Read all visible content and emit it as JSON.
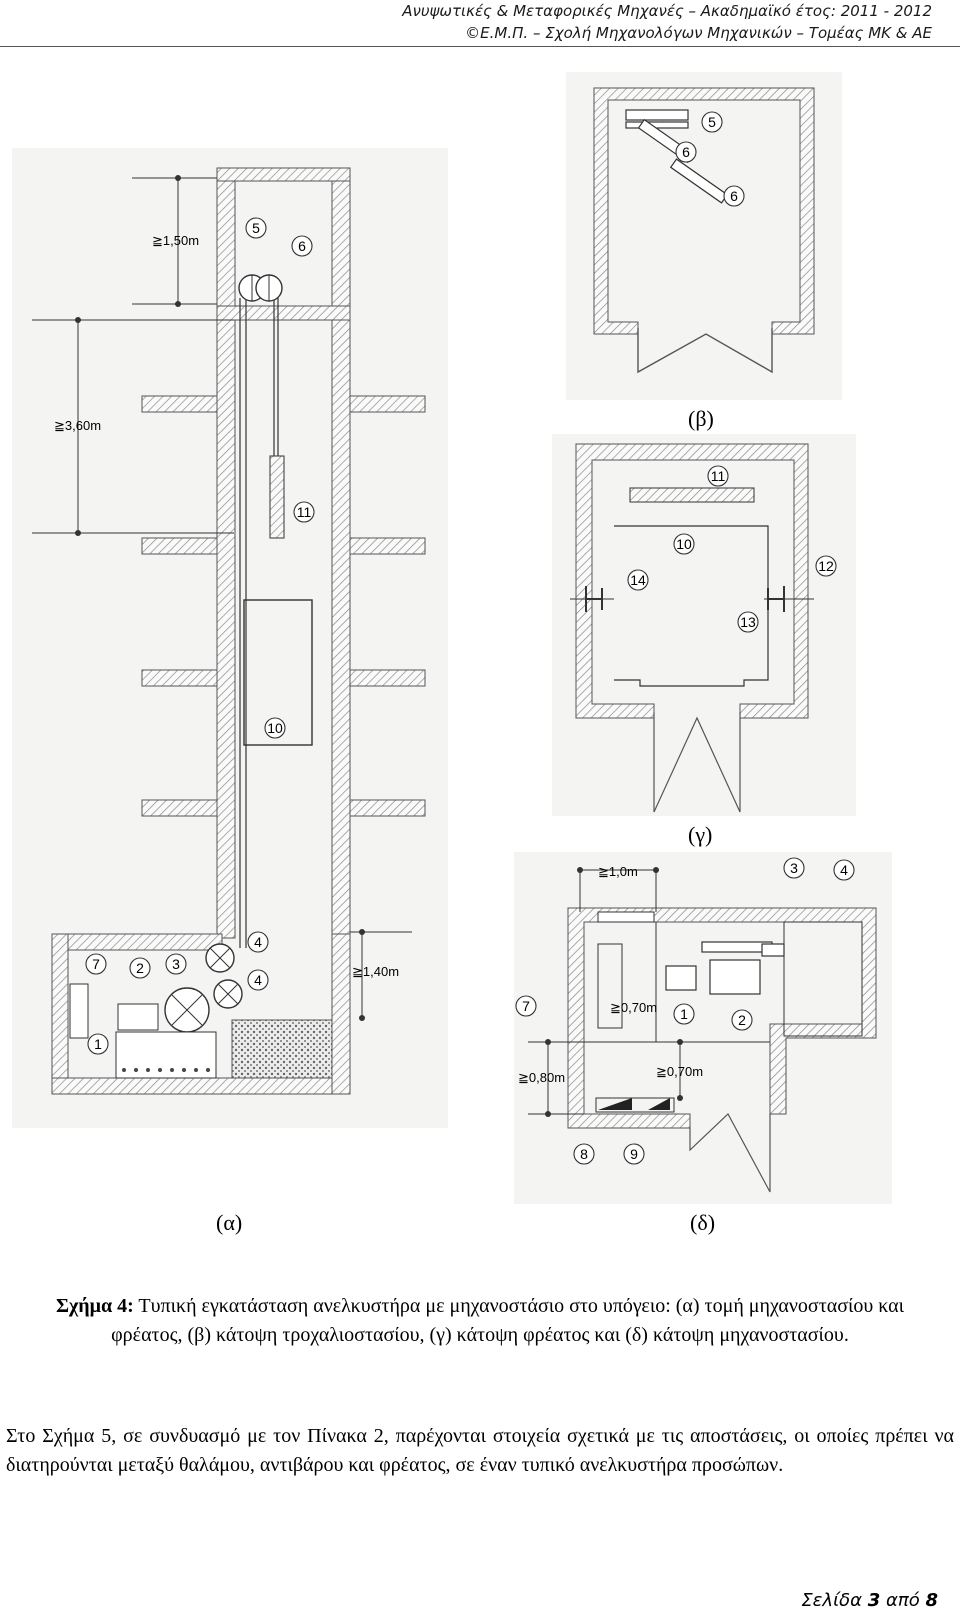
{
  "header": {
    "line1": "Ανυψωτικές & Μεταφορικές Μηχανές – Ακαδημαϊκό έτος: 2011 - 2012",
    "line2": "©Ε.Μ.Π. – Σχολή Μηχανολόγων Μηχανικών – Τομέας ΜΚ & ΑΕ"
  },
  "figure": {
    "panel_a": {
      "label": "(α)",
      "dims": [
        "≧1,50m",
        "≧3,60m",
        "≧1,40m"
      ],
      "numbers": [
        "5",
        "6",
        "11",
        "10",
        "4",
        "4",
        "7",
        "2",
        "3",
        "1"
      ]
    },
    "panel_b": {
      "label": "(β)",
      "numbers": [
        "5",
        "6",
        "6"
      ]
    },
    "panel_c": {
      "label": "(γ)",
      "numbers": [
        "11",
        "10",
        "14",
        "12",
        "13"
      ]
    },
    "panel_d": {
      "label": "(δ)",
      "dims": [
        "≧1,0m",
        "≧0,70m",
        "≧0,80m",
        "≧0,70m"
      ],
      "numbers": [
        "3",
        "4",
        "7",
        "1",
        "2",
        "8",
        "9"
      ]
    }
  },
  "caption": {
    "prefix": "Σχήμα 4:",
    "text": " Τυπική εγκατάσταση ανελκυστήρα με μηχανοστάσιο στο υπόγειο: (α) τομή μηχανοστασίου και φρέατος, (β) κάτοψη τροχαλιοστασίου, (γ) κάτοψη φρέατος και (δ) κάτοψη μηχανοστασίου."
  },
  "paragraph": "Στο Σχήμα 5, σε συνδυασμό με τον Πίνακα 2, παρέχονται στοιχεία σχετικά με τις αποστάσεις, οι οποίες πρέπει να διατηρούνται μεταξύ θαλάμου, αντιβάρου και φρέατος, σε έναν τυπικό ανελκυστήρα προσώπων.",
  "footer": {
    "prefix": "Σελίδα ",
    "page": "3",
    "middle": " από ",
    "total": "8"
  }
}
